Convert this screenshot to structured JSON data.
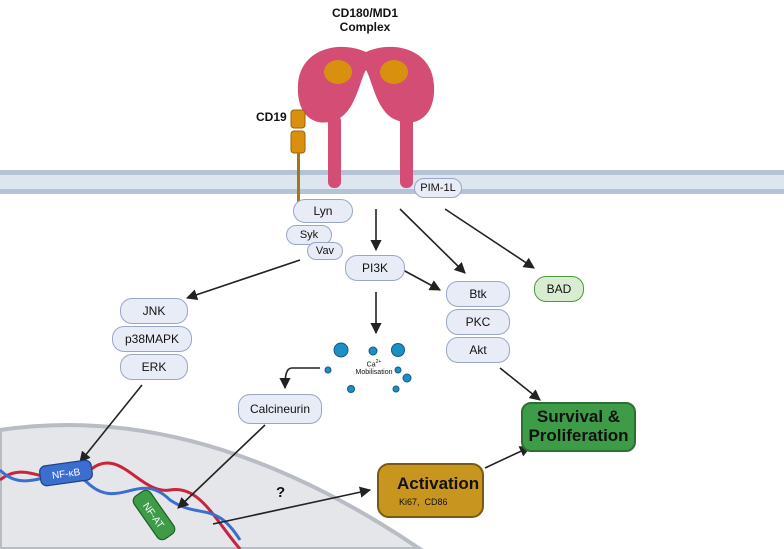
{
  "complex": {
    "line1": "CD180/MD1",
    "line2": "Complex"
  },
  "cd19": "CD19",
  "pim": "PIM-1L",
  "lyn": "Lyn",
  "syk": "Syk",
  "vav": "Vav",
  "pi3k": "PI3K",
  "btk": "Btk",
  "pkc": "PKC",
  "akt": "Akt",
  "bad": "BAD",
  "jnk": "JNK",
  "p38": "p38MAPK",
  "erk": "ERK",
  "calcineurin": "Calcineurin",
  "calcium": {
    "label": "Ca",
    "sup": "2+",
    "sub": "Mobilisation"
  },
  "nfkb": "NF-κB",
  "nfat": "NF-AT",
  "question": "?",
  "activation": {
    "title": "Activation",
    "markers": "Ki67,  CD86"
  },
  "survival": {
    "line1": "Survival &",
    "line2": "Proliferation"
  },
  "colors": {
    "receptor": "#d44d74",
    "md1": "#d9900f",
    "membrane": "#c9d6e3",
    "pill_fill": "#e8ecf6",
    "pill_border": "#9aa6c8",
    "green": "#3e9b48",
    "gold": "#c8951e",
    "calcium": "#1e8fc4",
    "dna_red": "#c9253a",
    "dna_blue": "#3a6fd0"
  }
}
